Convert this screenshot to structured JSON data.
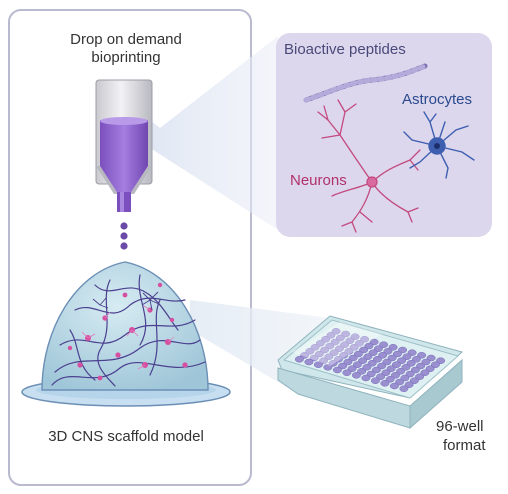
{
  "left_panel": {
    "title_line1": "Drop on demand",
    "title_line2": "bioprinting",
    "caption": "3D CNS scaffold model"
  },
  "right_panel": {
    "peptides_label": "Bioactive peptides",
    "astrocytes_label": "Astrocytes",
    "neurons_label": "Neurons"
  },
  "plate": {
    "label_line1": "96-well",
    "label_line2": "format"
  },
  "colors": {
    "panel_border": "#b9b9cf",
    "callout_fill": "#ddd7ee",
    "nozzle_purple": "#8a5cc6",
    "droplet_purple": "#6b4aa8",
    "scaffold_fill": "#bcd9e6",
    "fiber_purple": "#4b3f8f",
    "cell_pink": "#d64fa0",
    "neuron_pink": "#c24a7e",
    "astrocyte_blue": "#3e5fb0",
    "well_purple": "#9a90d0",
    "plate_fill": "#dff0f2"
  },
  "icons": [
    "bioprinter-nozzle-icon",
    "droplet-icon",
    "scaffold-dome-icon",
    "peptide-strand-icon",
    "neuron-icon",
    "astrocyte-icon",
    "well-plate-icon"
  ]
}
